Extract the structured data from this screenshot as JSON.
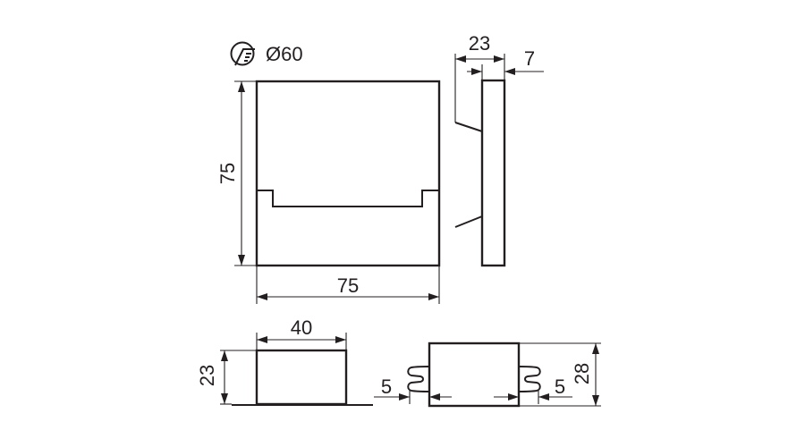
{
  "cutout_diameter": "Ø60",
  "front_view": {
    "height": "75",
    "width": "75"
  },
  "side_view": {
    "depth": "23",
    "plate_thickness": "7"
  },
  "driver_front": {
    "width": "40",
    "height": "23"
  },
  "driver_side": {
    "left_tab": "5",
    "right_tab": "5",
    "height": "28"
  },
  "colors": {
    "line": "#231f20",
    "background": "#ffffff"
  },
  "icons": {
    "cutout": "hole-saw-icon"
  }
}
